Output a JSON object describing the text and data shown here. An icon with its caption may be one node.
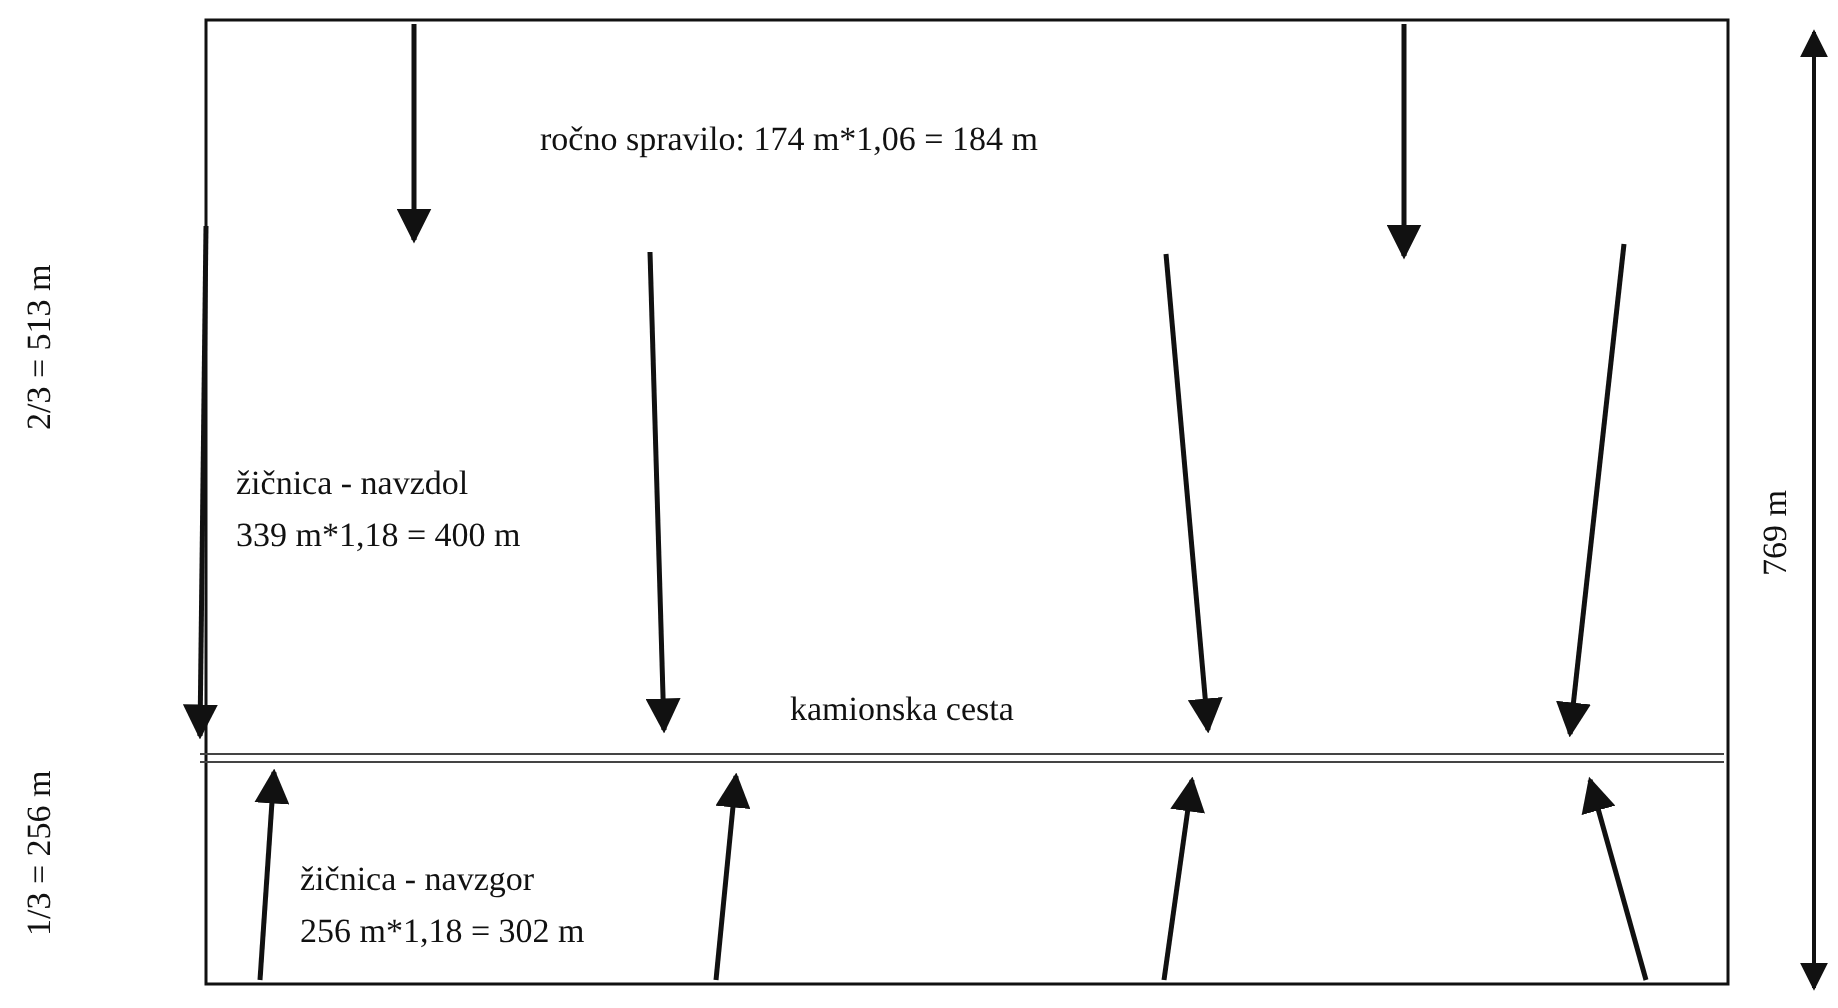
{
  "diagram": {
    "labels": [
      "ročno spravilo: 174 m*1,06 = 184 m",
      "2/3 = 513 m",
      "žičnica - navzdol",
      "339 m*1,18 = 400 m",
      "kamionska cesta",
      "1/3 = 256 m",
      "žičnica - navzgor",
      "256 m*1,18 = 302 m",
      "769 m"
    ]
  }
}
